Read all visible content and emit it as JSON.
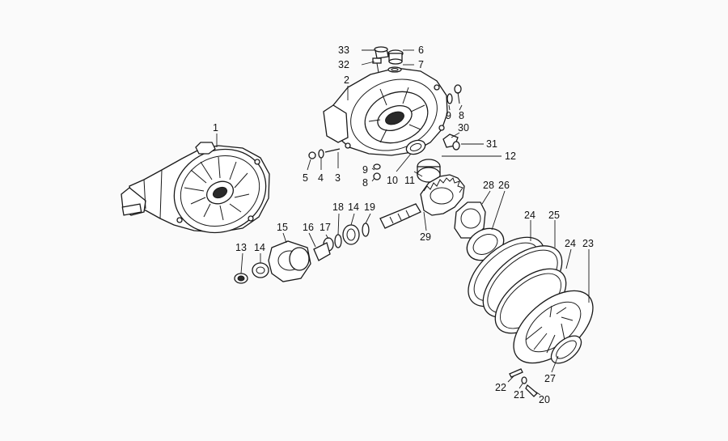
{
  "diagram": {
    "callouts": [
      {
        "id": "c1",
        "text": "1"
      },
      {
        "id": "c2",
        "text": "2"
      },
      {
        "id": "c3",
        "text": "3"
      },
      {
        "id": "c4",
        "text": "4"
      },
      {
        "id": "c5",
        "text": "5"
      },
      {
        "id": "c6",
        "text": "6"
      },
      {
        "id": "c7",
        "text": "7"
      },
      {
        "id": "c8a",
        "text": "8"
      },
      {
        "id": "c8b",
        "text": "8"
      },
      {
        "id": "c9a",
        "text": "9"
      },
      {
        "id": "c9b",
        "text": "9"
      },
      {
        "id": "c10",
        "text": "10"
      },
      {
        "id": "c11",
        "text": "11"
      },
      {
        "id": "c12",
        "text": "12"
      },
      {
        "id": "c13",
        "text": "13"
      },
      {
        "id": "c14a",
        "text": "14"
      },
      {
        "id": "c14b",
        "text": "14"
      },
      {
        "id": "c15",
        "text": "15"
      },
      {
        "id": "c16",
        "text": "16"
      },
      {
        "id": "c17",
        "text": "17"
      },
      {
        "id": "c18",
        "text": "18"
      },
      {
        "id": "c19",
        "text": "19"
      },
      {
        "id": "c20",
        "text": "20"
      },
      {
        "id": "c21",
        "text": "21"
      },
      {
        "id": "c22",
        "text": "22"
      },
      {
        "id": "c23",
        "text": "23"
      },
      {
        "id": "c24a",
        "text": "24"
      },
      {
        "id": "c24b",
        "text": "24"
      },
      {
        "id": "c25",
        "text": "25"
      },
      {
        "id": "c26",
        "text": "26"
      },
      {
        "id": "c27",
        "text": "27"
      },
      {
        "id": "c28",
        "text": "28"
      },
      {
        "id": "c29",
        "text": "29"
      },
      {
        "id": "c30",
        "text": "30"
      },
      {
        "id": "c31",
        "text": "31"
      },
      {
        "id": "c32",
        "text": "32"
      },
      {
        "id": "c33",
        "text": "33"
      }
    ]
  }
}
